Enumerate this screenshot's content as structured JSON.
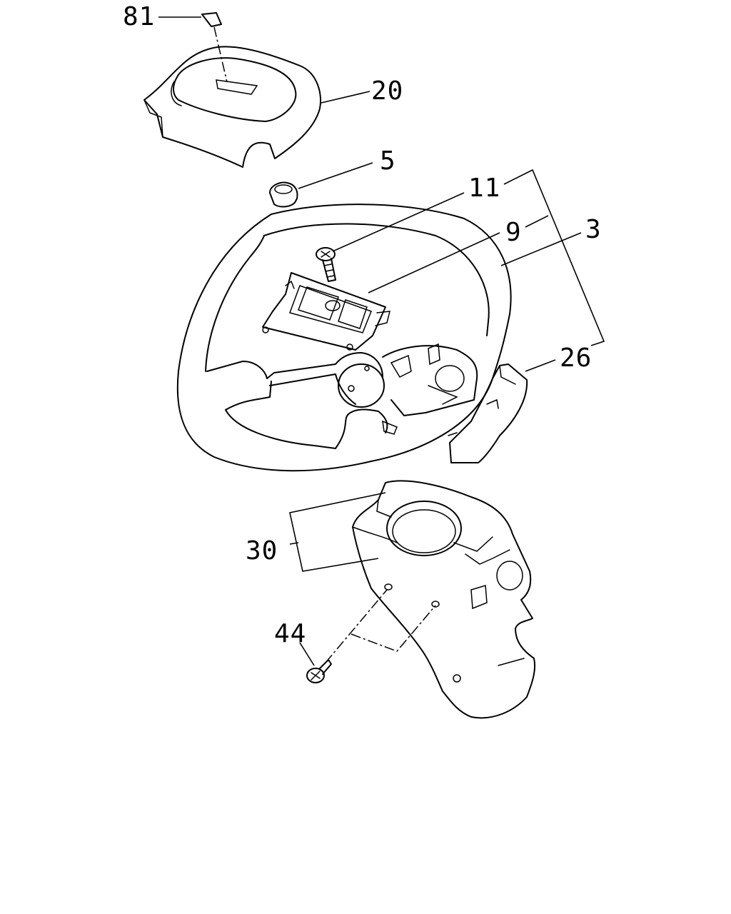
{
  "callouts": {
    "p81": "81",
    "p20": "20",
    "p5": "5",
    "p11": "11",
    "p9": "9",
    "p3": "3",
    "p26": "26",
    "p30": "30",
    "p44": "44"
  },
  "colors": {
    "ink": "#000000",
    "paper": "#ffffff"
  }
}
